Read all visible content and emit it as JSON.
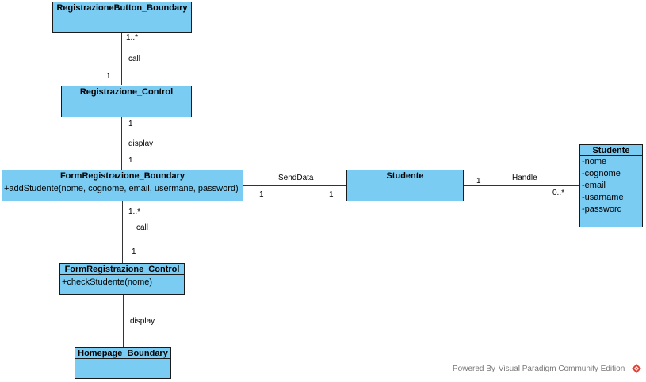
{
  "classes": {
    "registrazione_button_boundary": {
      "name": "RegistrazioneButton_Boundary"
    },
    "registrazione_control": {
      "name": "Registrazione_Control"
    },
    "form_registrazione_boundary": {
      "name": "FormRegistrazione_Boundary",
      "operations": [
        "+addStudente(nome, cognome, email, usermane, password)"
      ]
    },
    "studente_entity": {
      "name": "Studente"
    },
    "studente_class": {
      "name": "Studente",
      "attributes": [
        "-nome",
        "-cognome",
        "-email",
        "-usarname",
        "-password"
      ]
    },
    "form_registrazione_control": {
      "name": "FormRegistrazione_Control",
      "operations": [
        "+checkStudente(nome)"
      ]
    },
    "homepage_boundary": {
      "name": "Homepage_Boundary"
    }
  },
  "associations": {
    "button_to_control": {
      "name": "call",
      "source_multiplicity": "1..*",
      "target_multiplicity": "1"
    },
    "control_to_form": {
      "name": "display",
      "source_multiplicity": "1",
      "target_multiplicity": "1"
    },
    "form_to_studente": {
      "name": "SendData",
      "source_multiplicity": "1",
      "target_multiplicity": "1"
    },
    "studente_to_studente": {
      "name": "Handle",
      "source_multiplicity": "1",
      "target_multiplicity": "0..*"
    },
    "form_to_formcontrol": {
      "name": "call",
      "source_multiplicity": "1..*",
      "target_multiplicity": "1"
    },
    "formcontrol_to_homepage": {
      "name": "display"
    }
  },
  "watermark": "Powered By  Visual Paradigm Community Edition",
  "colors": {
    "class_fill": "#7ACCF3",
    "border": "#1a1a1a",
    "logo": "#e0443a"
  },
  "icons": {
    "watermark_logo": "visual-paradigm-logo-icon"
  }
}
